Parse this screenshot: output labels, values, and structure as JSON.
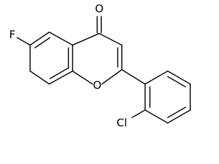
{
  "molecule": {
    "atoms": {
      "carbonyl_oxygen": "O",
      "ring_oxygen": "O",
      "fluorine": "F",
      "chlorine": "Cl"
    }
  },
  "colors": {
    "bond": "#000000",
    "label": "#000000",
    "background": "#ffffff"
  }
}
